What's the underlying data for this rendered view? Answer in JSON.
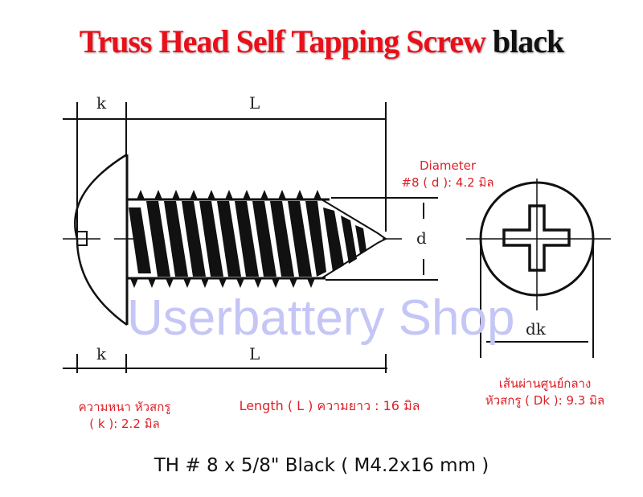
{
  "title": {
    "main_red": "Truss Head Self Tapping Screw",
    "suffix_black": "black",
    "colors": {
      "red": "#e8101a",
      "black": "#111111"
    }
  },
  "diagram": {
    "side_view": {
      "top_dimension_labels": {
        "k": "k",
        "L": "L"
      },
      "bottom_dimension_labels": {
        "k": "k",
        "L": "L"
      },
      "diameter_label": "d"
    },
    "head_view": {
      "dk_label": "dk"
    }
  },
  "annotations": {
    "diameter": {
      "line1": "Diameter",
      "line2": "#8 ( d ): 4.2 มิล"
    },
    "head_thickness": {
      "line1": "ความหนา หัวสกรู",
      "line2": "(  k ): 2.2  มิล"
    },
    "length": {
      "text": "Length ( L ) ความยาว : 16 มิล"
    },
    "head_diameter": {
      "line1": "เส้นผ่านศูนย์กลาง",
      "line2": "หัวสกรู ( Dk ): 9.3 มิล"
    },
    "color": "#dd1f26"
  },
  "watermark": {
    "text": "Userbattery Shop",
    "color": "#c5c6f6"
  },
  "footer": {
    "spec": "TH # 8 x 5/8\" Black ( M4.2x16 mm )"
  }
}
